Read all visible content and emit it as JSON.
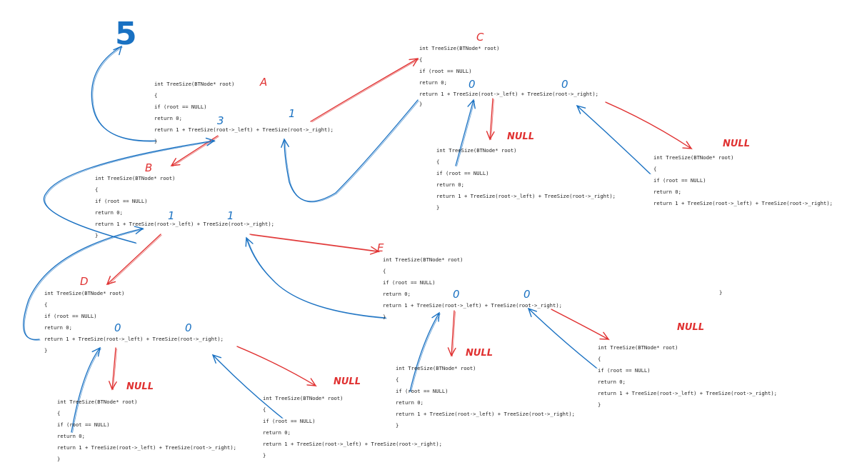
{
  "code_lines": [
    "int TreeSize(BTNode* root)",
    "{",
    "if (root == NULL)",
    "return 0;",
    "return 1 + TreeSize(root->_left) + TreeSize(root->_right);",
    "}"
  ],
  "result": "5",
  "stray_brace": "}",
  "frames": [
    {
      "id": "A",
      "label": "A",
      "left_return": "3",
      "right_return": "1"
    },
    {
      "id": "B",
      "label": "B",
      "left_return": "1",
      "right_return": "1"
    },
    {
      "id": "C",
      "label": "C",
      "left_return": "0",
      "right_return": "0"
    },
    {
      "id": "D",
      "label": "D",
      "left_return": "0",
      "right_return": "0"
    },
    {
      "id": "E",
      "label": "E",
      "left_return": "0",
      "right_return": "0"
    },
    {
      "id": "C-left",
      "label": "NULL"
    },
    {
      "id": "C-right",
      "label": "NULL"
    },
    {
      "id": "D-left",
      "label": "NULL"
    },
    {
      "id": "D-right",
      "label": "NULL"
    },
    {
      "id": "E-left",
      "label": "NULL"
    },
    {
      "id": "E-right",
      "label": "NULL"
    }
  ],
  "colors": {
    "call_arrow": "#e03131",
    "return_arrow": "#1971c2",
    "code": "#1e1e1e"
  }
}
